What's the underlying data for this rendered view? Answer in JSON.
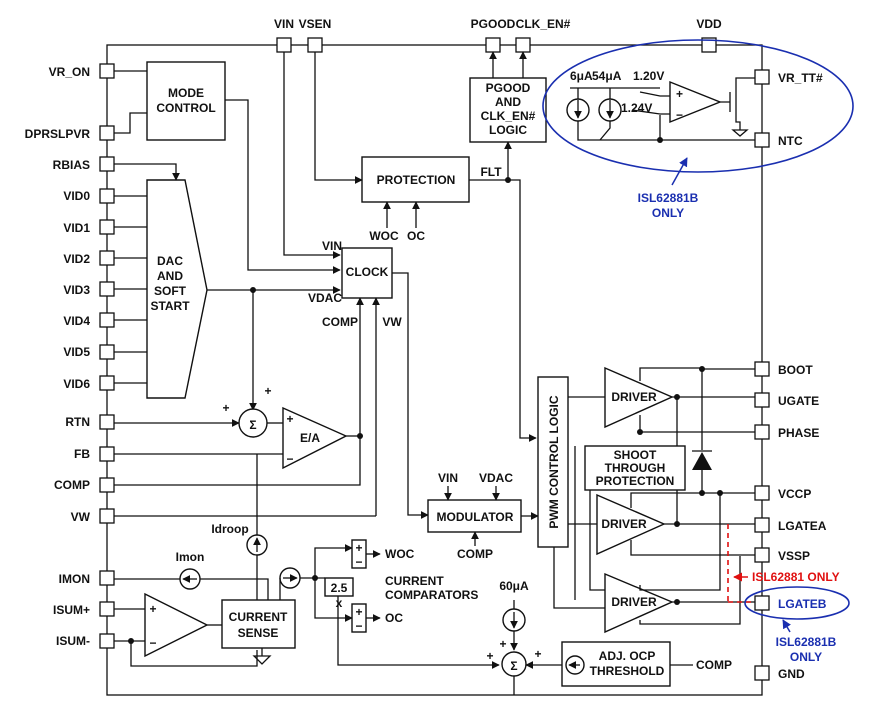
{
  "left_pins": [
    "VR_ON",
    "DPRSLPVR",
    "RBIAS",
    "VID0",
    "VID1",
    "VID2",
    "VID3",
    "VID4",
    "VID5",
    "VID6",
    "RTN",
    "FB",
    "COMP",
    "VW",
    "IMON",
    "ISUM+",
    "ISUM-"
  ],
  "top_pins": [
    "VIN",
    "VSEN",
    "PGOOD",
    "CLK_EN#",
    "VDD"
  ],
  "right_pins": [
    "VR_TT#",
    "NTC",
    "BOOT",
    "UGATE",
    "PHASE",
    "VCCP",
    "LGATEA",
    "VSSP",
    "LGATEB",
    "GND"
  ],
  "blocks": {
    "mode_control": [
      "MODE",
      "CONTROL"
    ],
    "dac": [
      "DAC",
      "AND",
      "SOFT",
      "START"
    ],
    "protection": "PROTECTION",
    "clock": "CLOCK",
    "pgood_logic": [
      "PGOOD",
      "AND",
      "CLK_EN#",
      "LOGIC"
    ],
    "ea": "E/A",
    "modulator": "MODULATOR",
    "pwm_logic": "PWM CONTROL LOGIC",
    "shoot_through": [
      "SHOOT",
      "THROUGH",
      "PROTECTION"
    ],
    "driver": "DRIVER",
    "current_sense": [
      "CURRENT",
      "SENSE"
    ],
    "adj_ocp": [
      "ADJ. OCP",
      "THRESHOLD"
    ],
    "sigma": "Σ",
    "gain": "2.5",
    "current_comparators": [
      "CURRENT",
      "COMPARATORS"
    ]
  },
  "labels": {
    "flt": "FLT",
    "woc": "WOC",
    "oc": "OC",
    "vin": "VIN",
    "vdac": "VDAC",
    "comp": "COMP",
    "vw": "VW",
    "idroop": "Idroop",
    "imon": "Imon",
    "i60": "60μA",
    "i6": "6μA",
    "i54": "54μA",
    "v120": "1.20V",
    "v124": "1.24V",
    "plus": "+",
    "minus": "−",
    "x": "x"
  },
  "annotations": {
    "isl62881b_only": [
      "ISL62881B",
      "ONLY"
    ],
    "isl62881_only": "ISL62881 ONLY",
    "isl62881b_only_2": [
      "ISL62881B",
      "ONLY"
    ]
  },
  "colors": {
    "annotation_blue": "#1a2fb0",
    "annotation_red": "#e01010",
    "line": "#111111"
  }
}
